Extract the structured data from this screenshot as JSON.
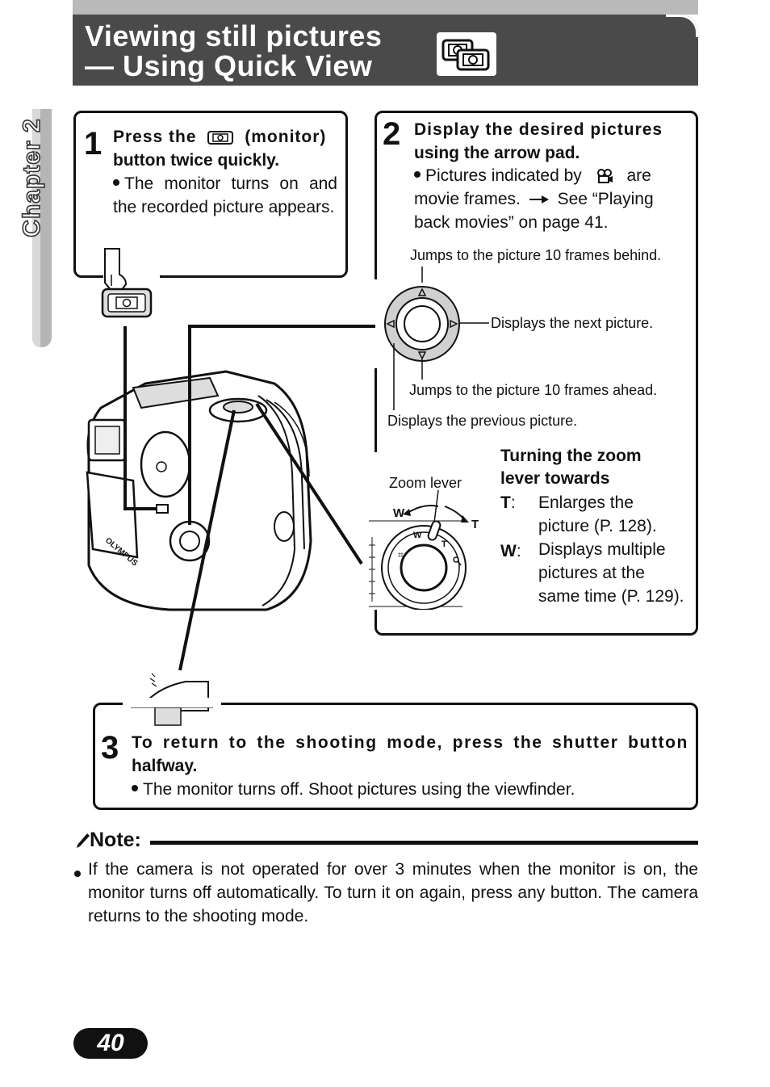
{
  "header": {
    "title_line1": "Viewing still pictures",
    "title_line2": "— Using Quick View",
    "icon": "quick-view-icon"
  },
  "chapter_tab": {
    "label": "Chapter 2"
  },
  "step1": {
    "number": "1",
    "instruction_part1": "Press the",
    "instruction_icon": "monitor-button-icon",
    "instruction_part2": "(monitor)",
    "instruction_line2": "button twice quickly.",
    "bullet": "The monitor turns on and the recorded picture appears."
  },
  "step2": {
    "number": "2",
    "instruction_line1": "Display the desired pictures",
    "instruction_line2": "using the arrow pad.",
    "bullet_part1": "Pictures indicated by",
    "bullet_icon": "movie-icon",
    "bullet_part2": "are movie frames.",
    "bullet_arrow": "arrow-right-icon",
    "bullet_part3": "See “Playing back movies” on page 41.",
    "arrow_pad_labels": {
      "up": "Jumps to the picture 10 frames behind.",
      "right": "Displays the next picture.",
      "down": "Jumps to the picture 10 frames ahead.",
      "left": "Displays the previous picture."
    },
    "zoom": {
      "lever_label": "Zoom lever",
      "w_mark": "W",
      "t_mark": "T",
      "heading_line1": "Turning the zoom",
      "heading_line2": "lever towards",
      "t_key": "T",
      "t_desc_line1": "Enlarges the",
      "t_desc_line2": "picture (P. 128).",
      "w_key": "W",
      "w_desc_line1": "Displays multiple",
      "w_desc_line2": "pictures at the",
      "w_desc_line3": "same time (P. 129)."
    }
  },
  "step3": {
    "number": "3",
    "instruction_line1": "To return to the shooting mode, press the shutter button",
    "instruction_line2": "halfway.",
    "bullet": "The monitor turns off. Shoot pictures using the viewfinder."
  },
  "note": {
    "label": "Note:",
    "icon": "pencil-icon",
    "bullet": "If the camera is not operated for over 3 minutes when the monitor is on, the monitor turns off automatically. To turn it on again, press any button. The camera returns to the shooting mode."
  },
  "camera_brand": "OLYMPUS",
  "page_number": "40"
}
